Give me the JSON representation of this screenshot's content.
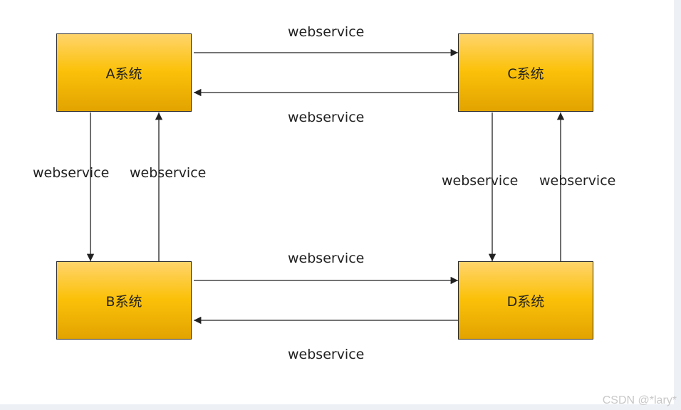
{
  "nodes": {
    "a": "A系统",
    "b": "B系统",
    "c": "C系统",
    "d": "D系统"
  },
  "edges": {
    "a_to_c": "webservice",
    "c_to_a": "webservice",
    "a_to_b": "webservice",
    "b_to_a": "webservice",
    "c_to_d": "webservice",
    "d_to_c": "webservice",
    "b_to_d": "webservice",
    "d_to_b": "webservice"
  },
  "watermark": "CSDN @*lary*",
  "colors": {
    "node_fill_top": "#ffd46b",
    "node_fill_mid": "#fbc109",
    "node_fill_bottom": "#e2a300",
    "edge": "#222222"
  }
}
